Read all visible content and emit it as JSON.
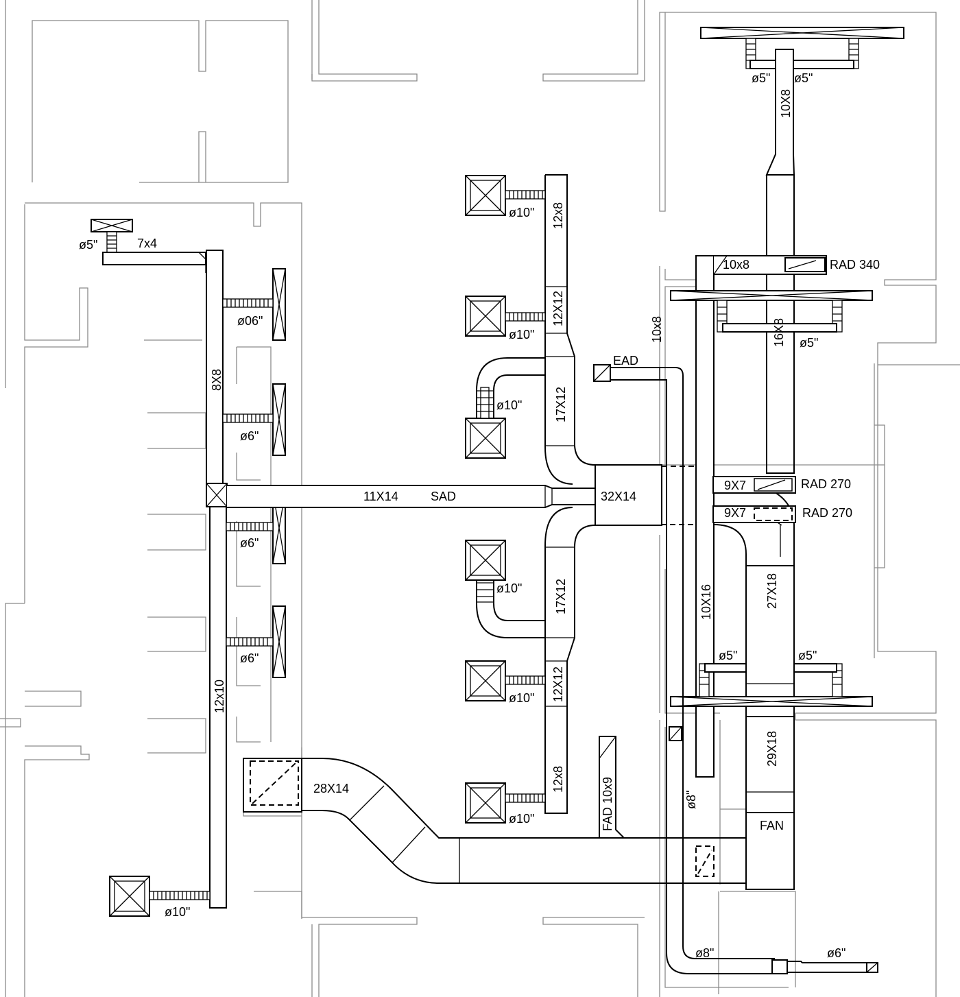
{
  "drawing": {
    "main_duct": "11X14",
    "main_duct_tag": "SAD",
    "plenum": "32X14",
    "exhaust_tag": "EAD",
    "exhaust_riser": "10x8",
    "fan": "FAN",
    "fresh_air": "FAD 10x9",
    "ahu_duct": "28X14"
  },
  "labels": {
    "d_7x4": "7x4",
    "d_8x8": "8X8",
    "d_12x10": "12x10",
    "d_12x8_top": "12x8",
    "d_12x12_top": "12X12",
    "d_17x12_top": "17X12",
    "d_17x12_bot": "17X12",
    "d_12x12_bot": "12X12",
    "d_12x8_bot": "12x8",
    "d_10x8_top": "10X8",
    "d_10x8_h": "10x8",
    "d_16x8": "16X8",
    "d_9x7_a": "9X7",
    "d_9x7_b": "9X7",
    "d_10x16": "10X16",
    "d_27x18": "27X18",
    "d_29x18": "29X18",
    "rad_340": "RAD 340",
    "rad_270_a": "RAD 270",
    "rad_270_b": "RAD 270",
    "f_5_a": "ø5\"",
    "f_06": "ø06\"",
    "f_6_a": "ø6\"",
    "f_6_b": "ø6\"",
    "f_6_c": "ø6\"",
    "f_10_ll": "ø10\"",
    "f_10_c1": "ø10\"",
    "f_10_c2": "ø10\"",
    "f_10_c3": "ø10\"",
    "f_10_c4": "ø10\"",
    "f_10_c5": "ø10\"",
    "f_10_c6": "ø10\"",
    "f_5_tl": "ø5\"",
    "f_5_tr": "ø5\"",
    "f_5_mid": "ø5\"",
    "f_5_bl": "ø5\"",
    "f_5_br": "ø5\"",
    "f_8_v": "ø8\"",
    "f_8_h": "ø8\"",
    "f_6_end": "ø6\""
  }
}
